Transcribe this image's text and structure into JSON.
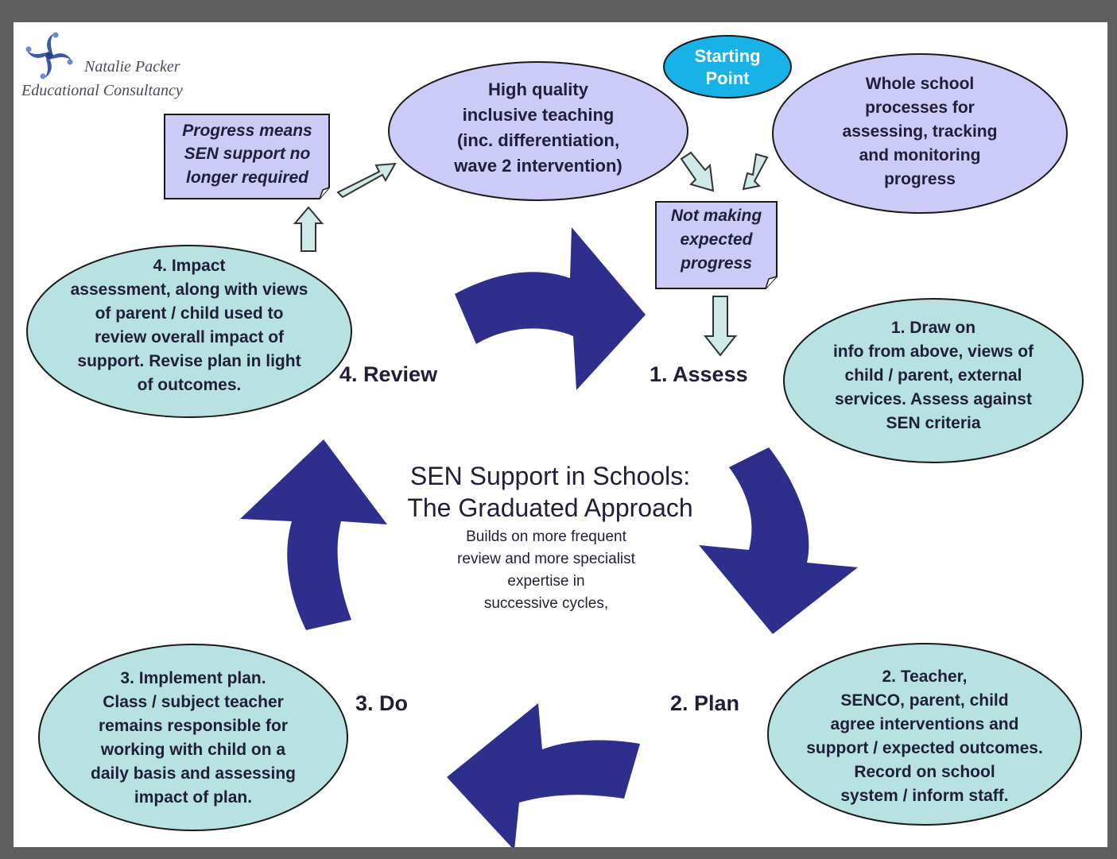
{
  "logo": {
    "line1": "Natalie Packer",
    "line2": "Educational Consultancy"
  },
  "start": {
    "line1": "Starting",
    "line2": "Point"
  },
  "top_center": [
    "High quality",
    "inclusive teaching",
    "(inc. differentiation,",
    "wave 2 intervention)"
  ],
  "top_right": [
    "Whole school",
    "processes for",
    "assessing, tracking",
    "and monitoring",
    "progress"
  ],
  "note_progress": [
    "Progress means",
    "SEN support no",
    "longer required"
  ],
  "note_expected": [
    "Not making",
    "expected",
    "progress"
  ],
  "stages": {
    "assess": "1. Assess",
    "plan": "2. Plan",
    "do": "3. Do",
    "review": "4. Review"
  },
  "assess_detail": [
    "1.  Draw on",
    "info from above, views of",
    "child / parent, external",
    "services. Assess against",
    "SEN criteria"
  ],
  "plan_detail": [
    "2. Teacher,",
    "SENCO, parent, child",
    "agree interventions and",
    "support / expected outcomes.",
    "Record on school",
    "system / inform staff."
  ],
  "do_detail": [
    "3.  Implement plan.",
    "Class / subject teacher",
    "remains responsible for",
    "working with child on a",
    "daily basis and assessing",
    "impact of plan."
  ],
  "review_detail": [
    "4. Impact",
    "assessment, along with views",
    "of parent / child used to",
    "review overall impact of",
    "support. Revise plan in light",
    "of outcomes."
  ],
  "center": {
    "title1": "SEN Support in Schools:",
    "title2": "The Graduated Approach",
    "sub": [
      "Builds on more frequent",
      "review and more specialist",
      "expertise  in",
      "successive cycles,"
    ]
  },
  "colors": {
    "lavender": "#cccbf7",
    "teal": "#b8e1e1",
    "cycle_arrow": "#2e2e8c",
    "light_arrow": "#cfe8e8",
    "start_fill": "#19b2e6",
    "border": "#1a1a1a"
  }
}
